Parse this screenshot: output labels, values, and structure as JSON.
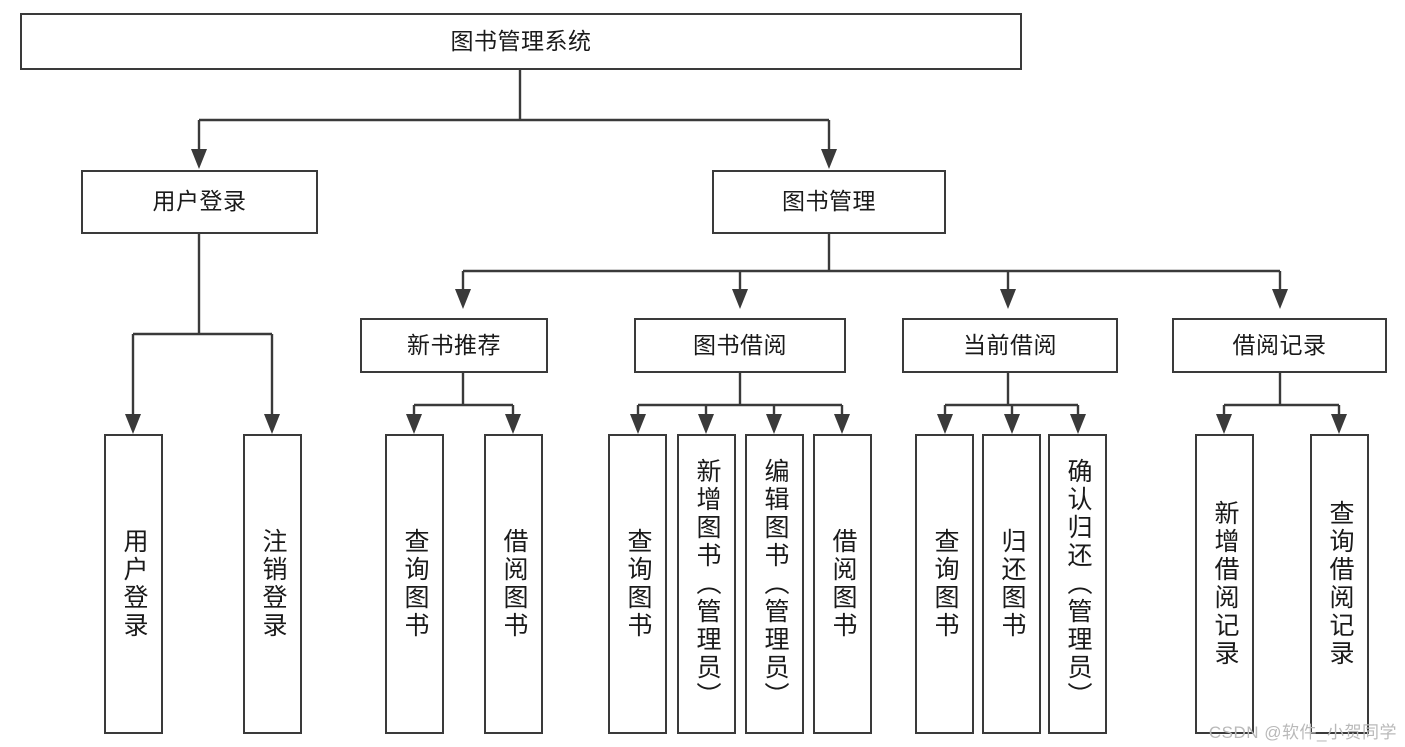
{
  "diagram": {
    "type": "tree-hierarchy",
    "title": "图书管理系统",
    "watermark": "CSDN @软件_小贺同学",
    "colors": {
      "stroke": "#3a3a3a",
      "fill": "#ffffff",
      "text": "#1a1a1a",
      "watermark": "#b9b9b9"
    },
    "nodes": {
      "root": {
        "label": "图书管理系统"
      },
      "level1": [
        {
          "label": "用户登录"
        },
        {
          "label": "图书管理"
        }
      ],
      "level2": [
        {
          "label": "新书推荐"
        },
        {
          "label": "图书借阅"
        },
        {
          "label": "当前借阅"
        },
        {
          "label": "借阅记录"
        }
      ],
      "leaves": {
        "user_login": [
          {
            "label": "用户登录"
          },
          {
            "label": "注销登录"
          }
        ],
        "new_books": [
          {
            "label": "查询图书"
          },
          {
            "label": "借阅图书"
          }
        ],
        "book_borrow": [
          {
            "label": "查询图书"
          },
          {
            "label": "新增图书（管理员）"
          },
          {
            "label": "编辑图书（管理员）"
          },
          {
            "label": "借阅图书"
          }
        ],
        "current_borrow": [
          {
            "label": "查询图书"
          },
          {
            "label": "归还图书"
          },
          {
            "label": "确认归还（管理员）"
          }
        ],
        "borrow_records": [
          {
            "label": "新增借阅记录"
          },
          {
            "label": "查询借阅记录"
          }
        ]
      }
    }
  }
}
